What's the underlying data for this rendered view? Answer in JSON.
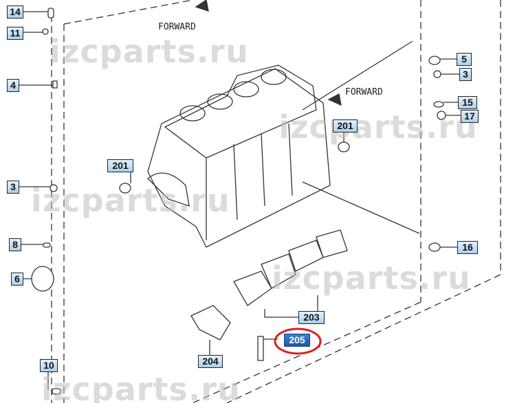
{
  "watermark": "izcparts.ru",
  "forward_label": "FORWARD",
  "callouts": {
    "c14": "14",
    "c11": "11",
    "c4": "4",
    "c3a": "3",
    "c8": "8",
    "c6": "6",
    "c10": "10",
    "c201a": "201",
    "c201b": "201",
    "c5": "5",
    "c3b": "3",
    "c15": "15",
    "c17": "17",
    "c16": "16",
    "c203": "203",
    "c205": "205",
    "c204": "204"
  },
  "highlight": {
    "part": "205",
    "ring_color": "#d9201f",
    "fill_color": "#2a68bb"
  }
}
